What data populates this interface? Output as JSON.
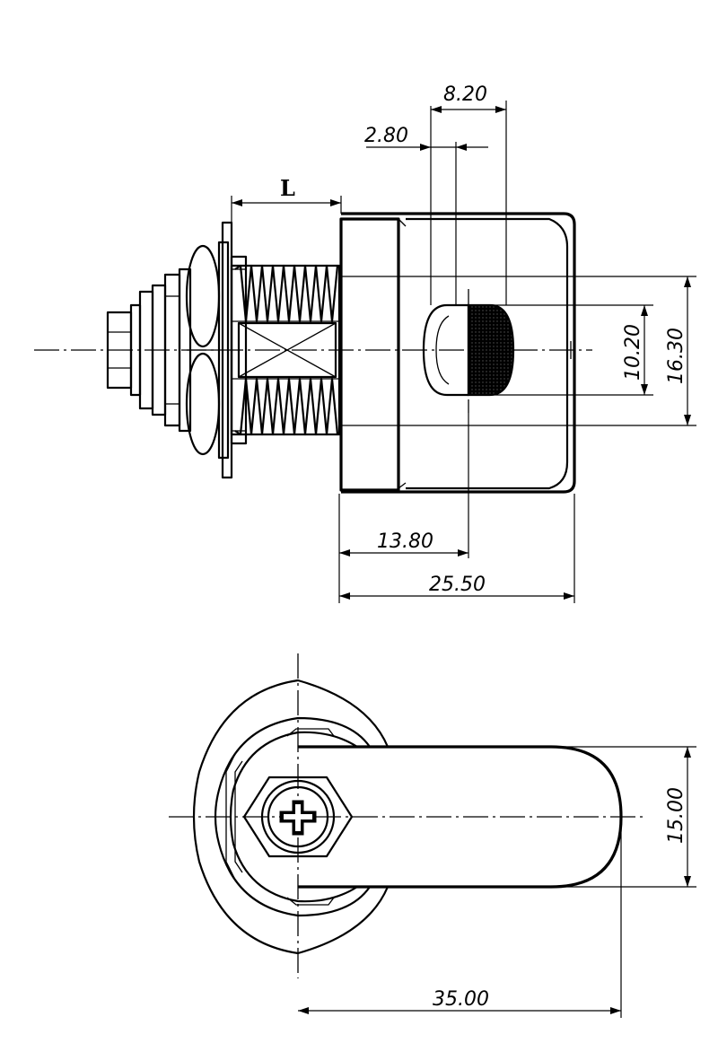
{
  "dimensions": {
    "dim_8_20": "8.20",
    "dim_2_80": "2.80",
    "dim_L": "L",
    "dim_10_20": "10.20",
    "dim_16_30": "16.30",
    "dim_13_80": "13.80",
    "dim_25_50": "25.50",
    "dim_15_00": "15.00",
    "dim_35_00": "35.00"
  },
  "colors": {
    "line": "#000000",
    "background": "#ffffff"
  }
}
